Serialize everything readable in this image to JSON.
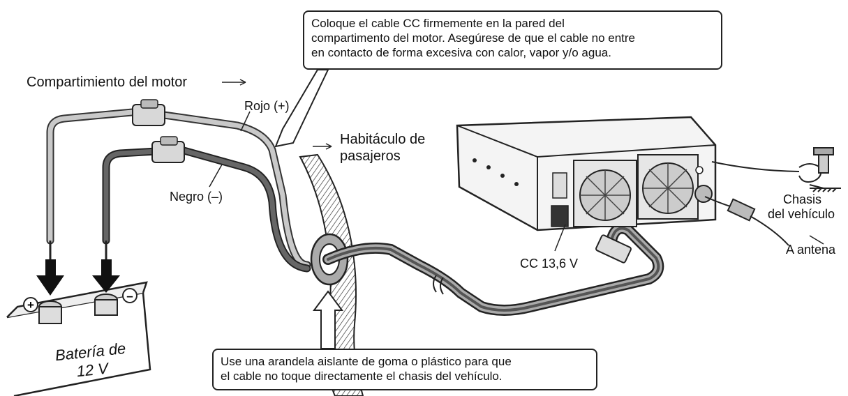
{
  "callout_top": {
    "lines": [
      "Coloque el cable CC firmemente en la pared del",
      "compartimento del motor.  Asegúrese de que el cable no entre",
      "en contacto de forma excesiva con calor, vapor y/o agua."
    ]
  },
  "callout_bottom": {
    "lines": [
      "Use una arandela aislante de goma o plástico para que",
      "el cable no toque directamente el chasis del vehículo."
    ]
  },
  "labels": {
    "engine_compartment": "Compartimiento del motor",
    "red_wire": "Rojo (+)",
    "black_wire": "Negro (–)",
    "passenger_line1": "Habitáculo de",
    "passenger_line2": "pasajeros",
    "dc_input": "CC 13,6 V",
    "chassis_line1": "Chasis",
    "chassis_line2": "del vehículo",
    "antenna": "A antena"
  },
  "battery": {
    "line1": "Batería de",
    "line2": "12 V",
    "plus_symbol": "+",
    "minus_symbol": "–"
  },
  "icons": [
    "battery-icon",
    "fuse-holder-icon",
    "grommet-icon",
    "radio-unit-icon",
    "ground-clamp-icon",
    "antenna-connector-icon",
    "arrow-icon"
  ]
}
